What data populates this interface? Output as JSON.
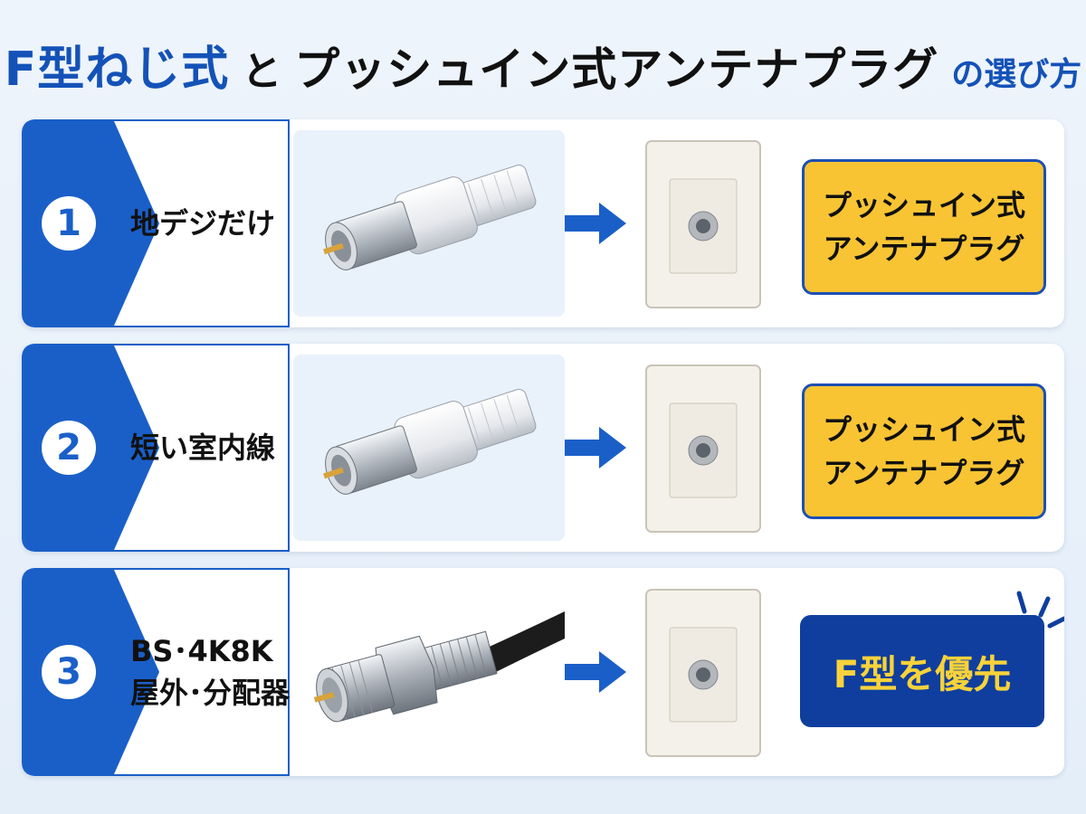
{
  "title": {
    "part1": "F型ねじ式",
    "part2": "と",
    "part3": "プッシュイン式アンテナプラグ",
    "part4": "の選び方"
  },
  "rows": [
    {
      "number": "1",
      "label_line1": "地デジだけ",
      "label_line2": "",
      "plug": "push-in-plug",
      "result_line1": "プッシュイン式",
      "result_line2": "アンテナプラグ",
      "result_style": "yellow"
    },
    {
      "number": "2",
      "label_line1": "短い室内線",
      "label_line2": "",
      "plug": "push-in-plug",
      "result_line1": "プッシュイン式",
      "result_line2": "アンテナプラグ",
      "result_style": "yellow"
    },
    {
      "number": "3",
      "label_line1": "BS･4K8K",
      "label_line2": "屋外･分配器",
      "plug": "f-type-screw-plug",
      "result_line1": "F型を優先",
      "result_line2": "",
      "result_style": "blue"
    }
  ],
  "colors": {
    "accent_blue": "#1a5fc8",
    "dark_blue": "#0f3e9e",
    "result_yellow": "#f8c433",
    "result_blue_text": "#f8d23a"
  },
  "icons": [
    "arrow-right-icon",
    "wall-outlet-icon",
    "push-in-plug-icon",
    "f-type-plug-icon",
    "sparkle-icon"
  ]
}
